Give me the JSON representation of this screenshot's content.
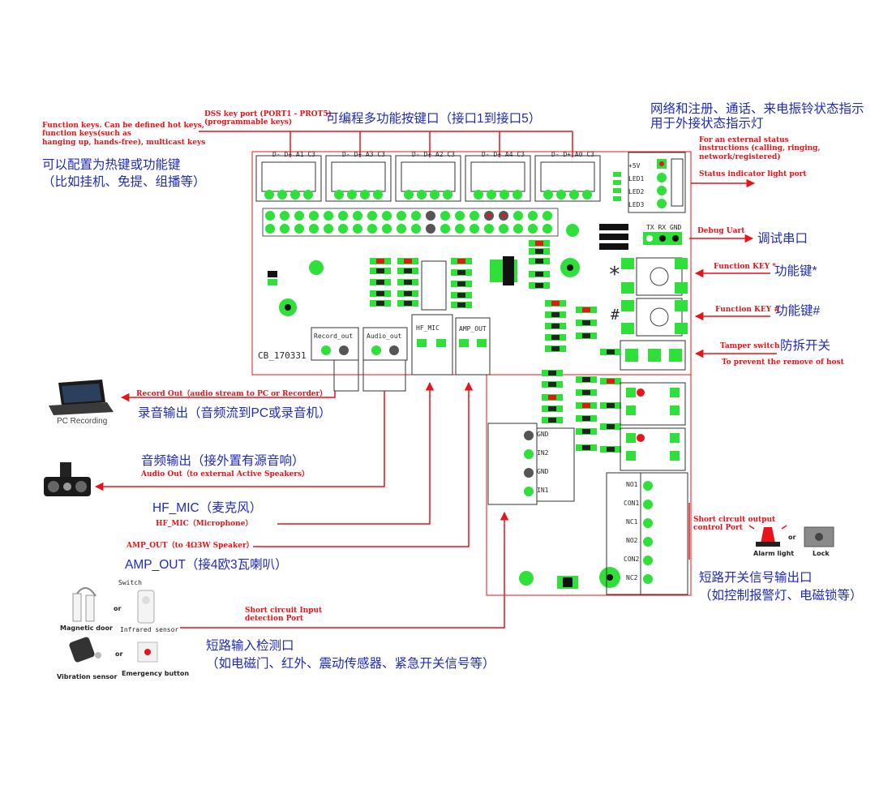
{
  "board": {
    "id_label": "CB_170331",
    "dss_pins": [
      "D- D+ A1 C3",
      "D- D+ A3 C3",
      "D- D+ A2 C3",
      "D- D+ A4 C3",
      "D- D+ A0 C3"
    ],
    "record_out": "Record_out",
    "audio_out": "Audio_out",
    "hf_mic": "HF_MIC",
    "amp_out": "AMP_OUT",
    "status_pins": [
      "+5V",
      "LED1",
      "LED2",
      "LED3"
    ],
    "debug_pins": "TX  RX GND",
    "star": "*",
    "hash": "#",
    "input_pins": [
      "GND",
      "IN2",
      "GND",
      "IN1"
    ],
    "relay_pins": [
      "NO1",
      "CON1",
      "NC1",
      "NO2",
      "CON2",
      "NC2"
    ]
  },
  "labels": {
    "function_keys_en": "Function keys. Can be defined hot keys,\nfunction keys(such as\nhanging up, hands-free), multicast keys",
    "function_keys_cn": "可以配置为热键或功能键\n（比如挂机、免提、组播等）",
    "dss_port_en": "DSS key port (PORT1 - PROT5)\n(programmable keys)",
    "dss_port_cn": "可编程多功能按键口（接口1到接口5）",
    "status_cn": "网络和注册、通话、来电振铃状态指示\n用于外接状态指示灯",
    "status_en": "For an external status\ninstructions (calling, ringing,\nnetwork/registered)",
    "status_port_en": "Status indicator light port",
    "debug_en": "Debug Uart",
    "debug_cn": "调试串口",
    "function_star_en": "Function KEY *",
    "function_star_cn": "功能键*",
    "function_hash_en": "Function KEY #",
    "function_hash_cn": "功能键#",
    "tamper_en": "Tamper switch",
    "tamper_cn": "防拆开关",
    "tamper_desc_en": "To prevent the remove of host",
    "record_en": "Record Out（audio stream to PC or Recorder）",
    "record_cn": "录音输出（音频流到PC或录音机）",
    "pc_recording": "PC Recording",
    "audio_cn": "音频输出（接外置有源音响）",
    "audio_en": "Audio Out（to external Active Speakers）",
    "hfmic_cn": "HF_MIC（麦克风）",
    "hfmic_en": "HF_MIC（Microphone）",
    "amp_en": "AMP_OUT（to 4Ω3W Speaker）",
    "amp_cn": "AMP_OUT（接4欧3瓦喇叭）",
    "switch": "Switch",
    "magnetic_door": "Magnetic door",
    "infrared_sensor": "Infrared sensor",
    "vibration_sensor": "Vibration sensor",
    "emergency_button": "Emergency button",
    "or1": "or",
    "or2": "or",
    "or3": "or",
    "short_in_en": "Short circuit Input\ndetection Port",
    "short_in_cn": "短路输入检测口\n（如电磁门、红外、震动传感器、紧急开关信号等）",
    "short_out_en": "Short circuit output\ncontrol Port",
    "short_out_cn": "短路开关信号输出口\n（如控制报警灯、电磁锁等）",
    "alarm_light": "Alarm light",
    "lock": "Lock"
  },
  "colors": {
    "annotation_red": "#e8141a",
    "chinese_blue": "#1f2bbf",
    "pad_green": "#2fe03a",
    "board_outline": "#e8141a"
  }
}
